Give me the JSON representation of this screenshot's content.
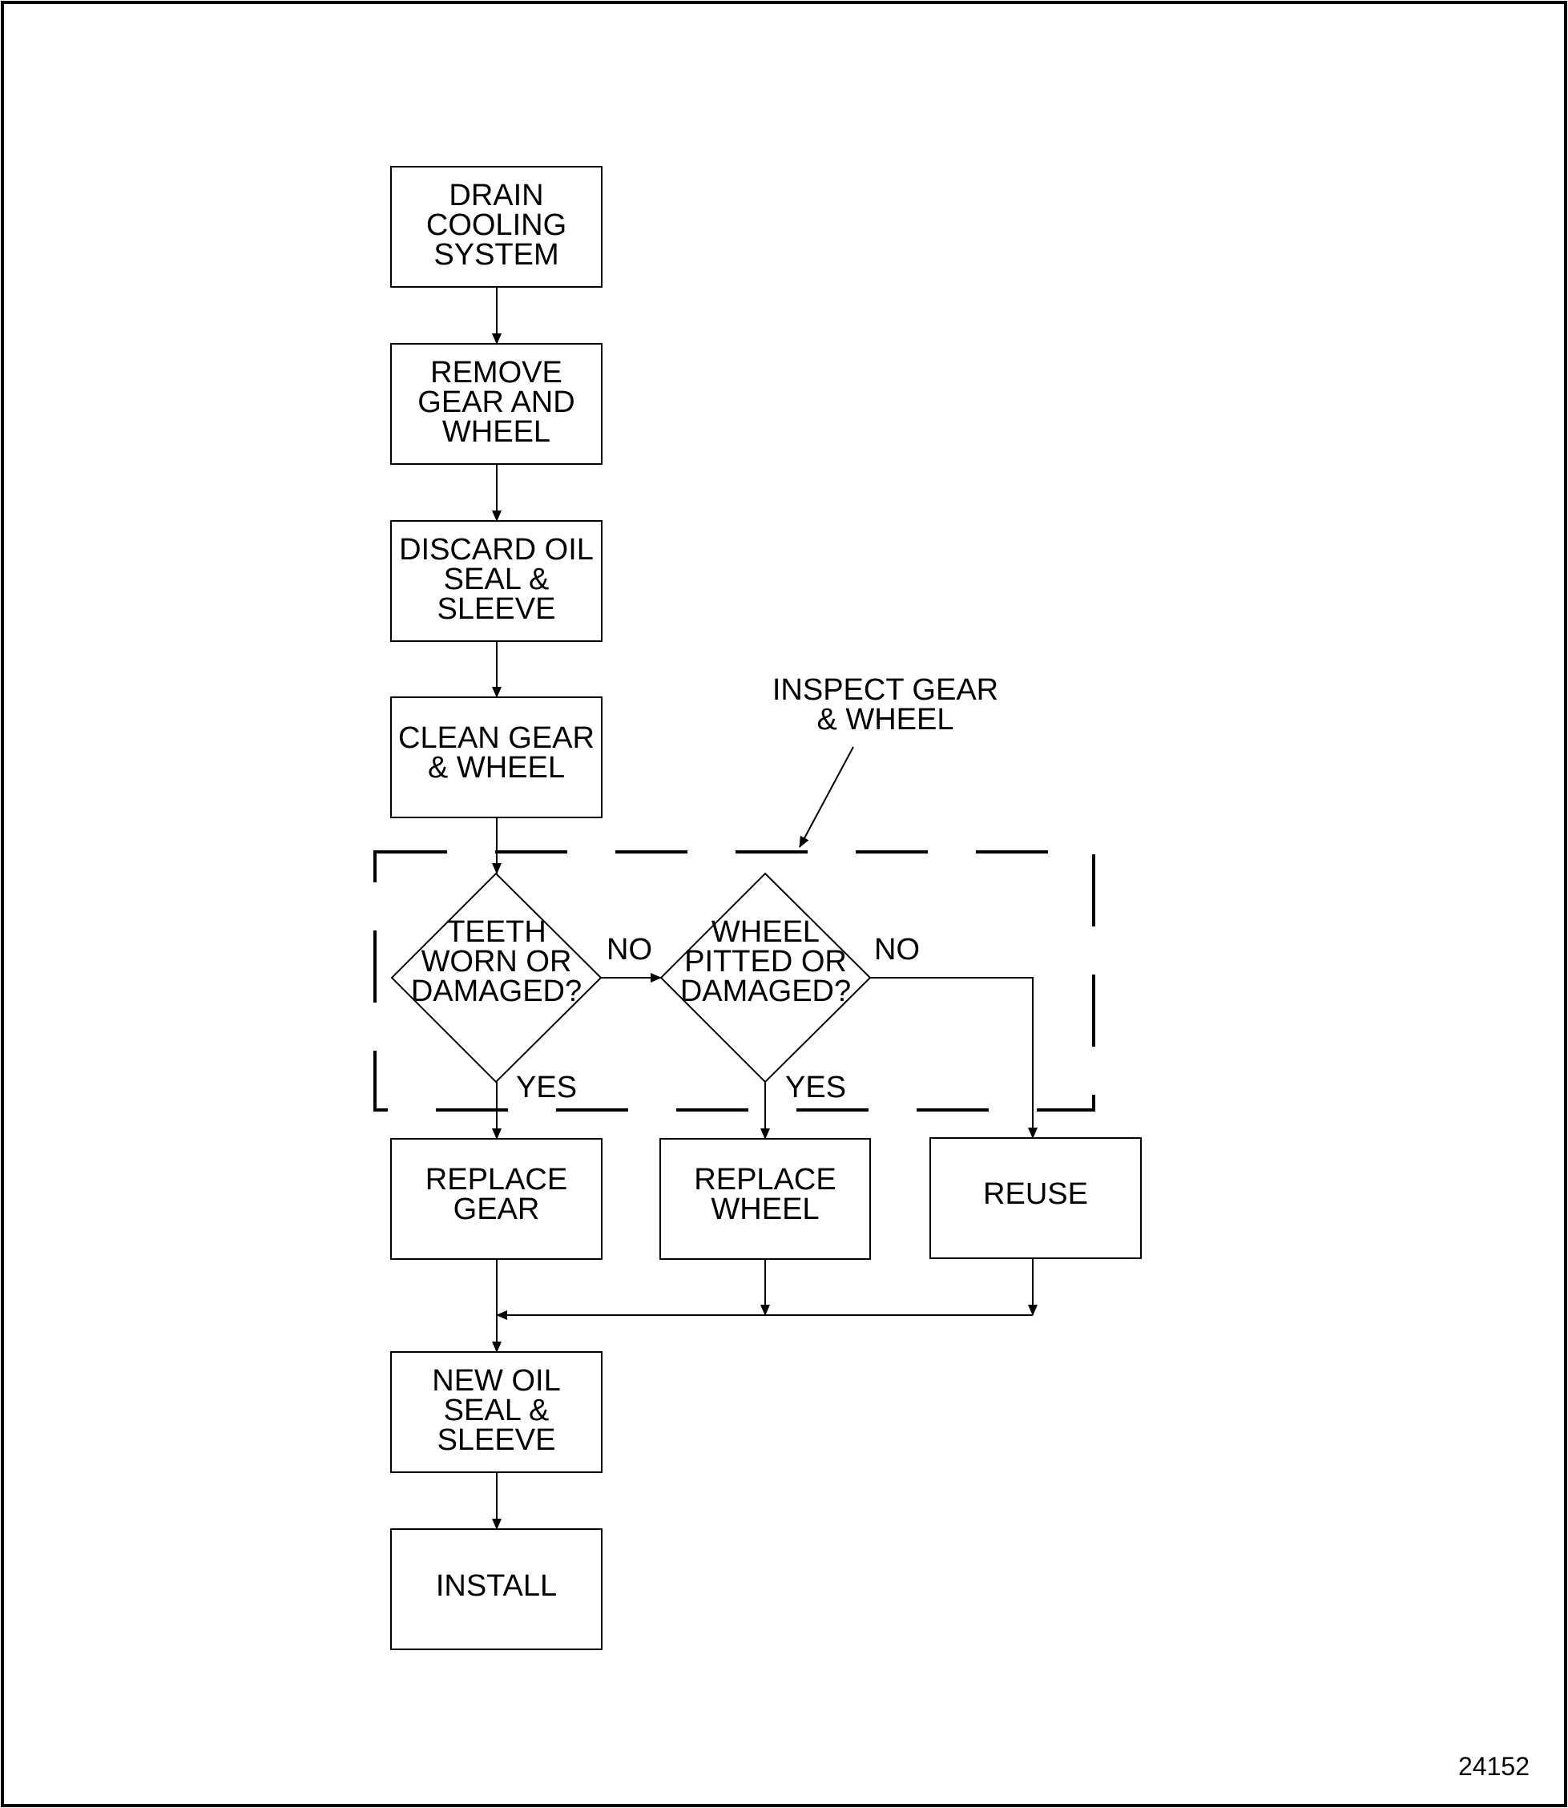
{
  "nodes": {
    "drain": "DRAIN\nCOOLING\nSYSTEM",
    "remove": "REMOVE\nGEAR AND\nWHEEL",
    "discard": "DISCARD OIL\nSEAL &\nSLEEVE",
    "clean": "CLEAN GEAR\n& WHEEL",
    "teeth": "TEETH\nWORN OR\nDAMAGED?",
    "wheel_check": "WHEEL\nPITTED OR\nDAMAGED?",
    "replace_gear": "REPLACE\nGEAR",
    "replace_wheel": "REPLACE\nWHEEL",
    "reuse": "REUSE",
    "new_seal": "NEW OIL\nSEAL &\nSLEEVE",
    "install": "INSTALL"
  },
  "edges": {
    "teeth_no": "NO",
    "teeth_yes": "YES",
    "wheel_no": "NO",
    "wheel_yes": "YES"
  },
  "group_label": "INSPECT GEAR\n& WHEEL",
  "figure_number": "24152"
}
